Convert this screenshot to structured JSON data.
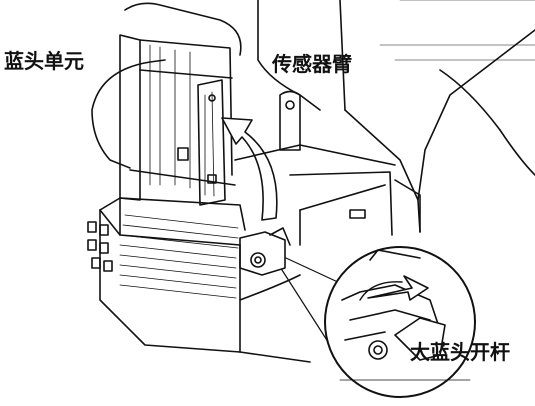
{
  "labels": {
    "head_unit": "蓝头单元",
    "sensor_arm": "传感器臂",
    "head_open_lever": "大蓝头开杆"
  }
}
